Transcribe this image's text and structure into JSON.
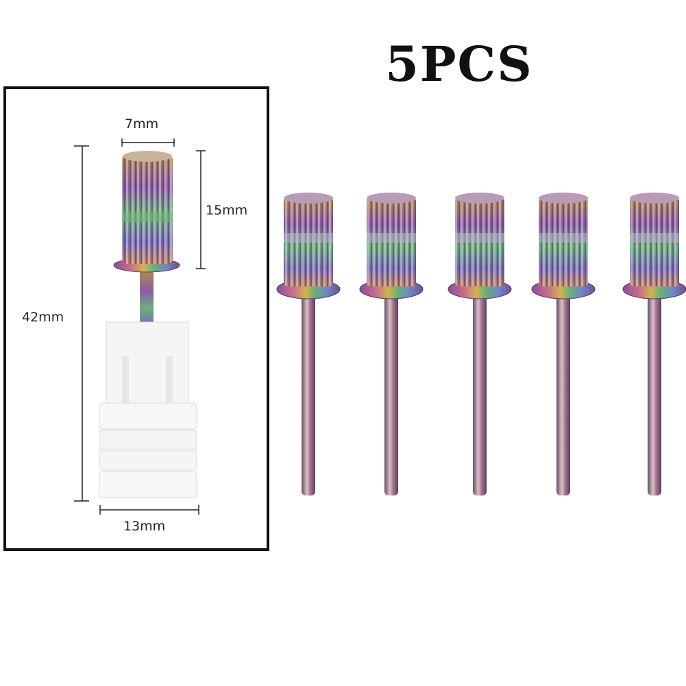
{
  "title": "5PCS",
  "dimensions": {
    "head_width": "7mm",
    "head_height": "15mm",
    "total_length": "42mm",
    "base_width": "13mm"
  },
  "product": {
    "count": 5,
    "finish": "rainbow titanium",
    "colors": {
      "frame": "#111111",
      "base": "#f4f4f4",
      "metal_purple": "#9b5aa8",
      "metal_green": "#6aa87c",
      "metal_gold": "#c8a04a",
      "metal_blue": "#6c86c8"
    }
  }
}
